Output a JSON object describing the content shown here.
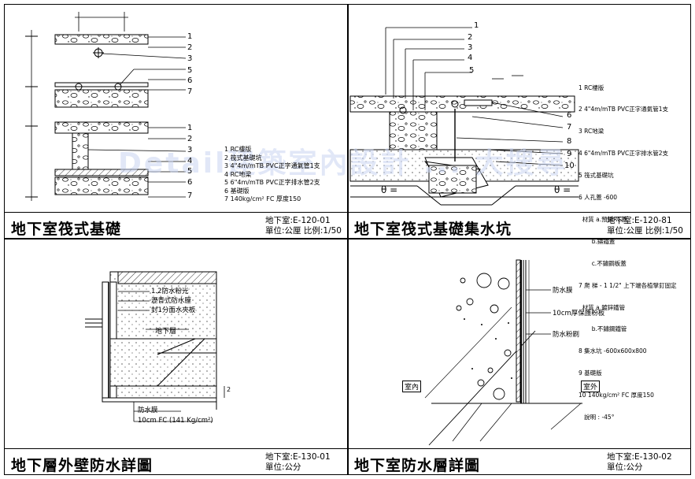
{
  "watermark": "Detail建築室內設計 ... 大搜尋",
  "panels": [
    {
      "title": "地下室筏式基礎",
      "code": "地下室:E-120-01",
      "unit": "單位:公厘 比例:1/50",
      "top_labels": [
        "1",
        "2",
        "3",
        "5",
        "6",
        "7"
      ],
      "bottom_labels": [
        "1",
        "2",
        "3",
        "4",
        "5",
        "6",
        "7"
      ],
      "legend": [
        "1 RC樓版",
        "2 筏式基礎坑",
        "3 4\"4m/mTB PVC正字通氣管1支",
        "4 RC地梁",
        "5 6\"4m/mTB PVC正字排水管2支",
        "6 基礎版",
        "7 140kg/cm² FC 厚度150"
      ]
    },
    {
      "title": "地下室筏式基礎集水坑",
      "code": "地下室:E-120-81",
      "unit": "單位:公厘 比例:1/50",
      "callouts": [
        "1",
        "2",
        "3",
        "4",
        "5",
        "6",
        "7",
        "8",
        "9",
        "10"
      ],
      "legend": [
        "1 RC樓版",
        "2 4\"4m/mTB PVC正字通氣管1支",
        "3 RC地梁",
        "4 6\"4m/mTB PVC正字排水管2支",
        "5 筏式基礎坑",
        "6 人孔蓋 -600",
        "  材質 a.預鑄RC蓋",
        "       b.鑄鐵蓋",
        "       c.不鏽鋼板蓋",
        "7 爬 梯 - 1 1/2\" 上下端各植擘釘固定",
        "  材質 a.鍍鋅鐵管",
        "       b.不鏽鋼鐵管",
        "8 集水坑 -600x600x800",
        "9 基礎版",
        "10 140kg/cm² FC 厚度150",
        "   說明 : -45°"
      ],
      "theta": "θ ="
    },
    {
      "title": "地下層外壁防水詳圖",
      "code": "地下室:E-130-01",
      "unit": "單位:公分",
      "labels": [
        "1.2防水粉光",
        "瀝青式防水膜",
        "封1分面水夾板"
      ],
      "room": "地下層",
      "bottom_labels": [
        "防水膜",
        "10cm FC (141 Kg/cm²)"
      ],
      "dim": "2"
    },
    {
      "title": "地下室防水層詳圖",
      "code": "地下室:E-130-02",
      "unit": "單位:公分",
      "labels": [
        "防水膜",
        "10cm厚保護粉板",
        "防水粉刷"
      ],
      "inside": "室內",
      "outside": "室外"
    }
  ]
}
